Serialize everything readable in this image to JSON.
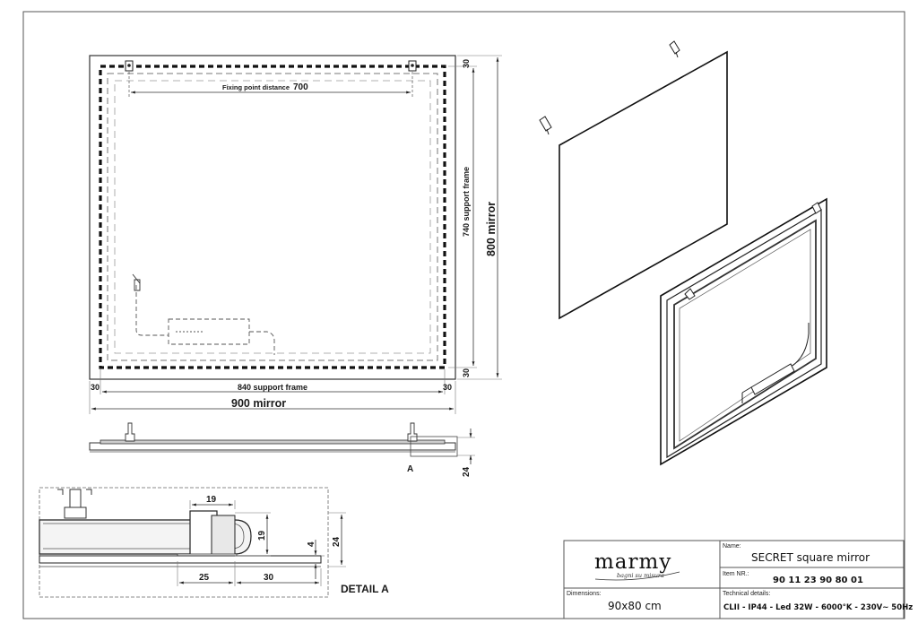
{
  "front_view": {
    "fixing_label": "Fixing point distance",
    "fixing_value": "700",
    "support_frame_height": "740 support frame",
    "mirror_height": "800 mirror",
    "support_frame_width": "840 support frame",
    "mirror_width": "900 mirror",
    "margin_top": "30",
    "margin_bottom": "30",
    "margin_left": "30",
    "margin_right": "30"
  },
  "side_view": {
    "thickness": "24",
    "detail_marker": "A"
  },
  "detail_a": {
    "title": "DETAIL A",
    "dim_top": "19",
    "dim_height_inner": "19",
    "dim_glass": "4",
    "dim_total": "24",
    "dim_bottom_left": "25",
    "dim_bottom_right": "30"
  },
  "title_block": {
    "brand": "marmy",
    "brand_tagline": "bagni su misura",
    "name_label": "Name:",
    "name_value": "SECRET square mirror",
    "item_label": "Item NR.:",
    "item_value": "90 11 23 90 80 01",
    "dimensions_label": "Dimensions:",
    "dimensions_value": "90x80 cm",
    "technical_label": "Technical details:",
    "technical_value": "CLII - IP44 - Led 32W - 6000°K - 230V~  50Hz"
  }
}
